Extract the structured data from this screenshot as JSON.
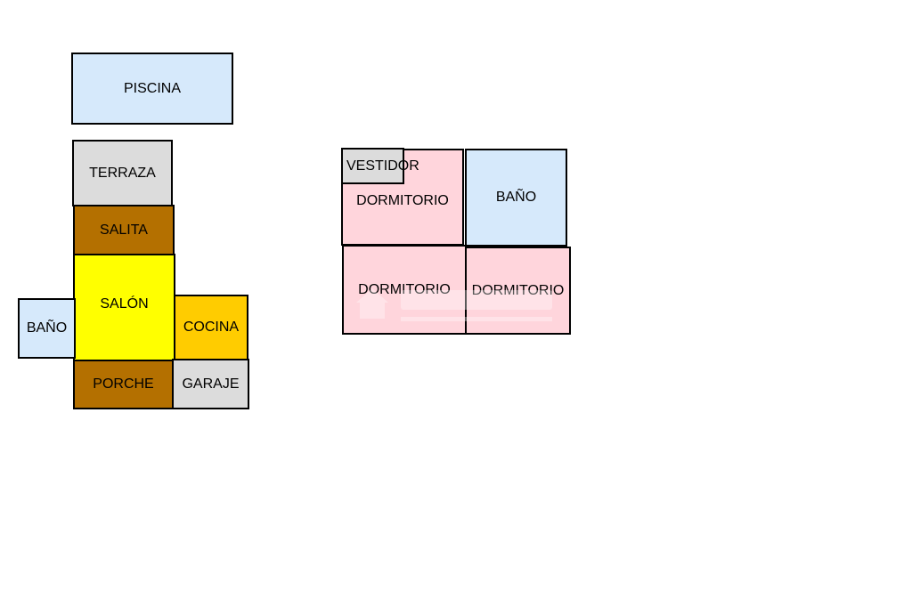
{
  "colors": {
    "light_blue": "#d6e9fb",
    "light_gray": "#dcdcdc",
    "brown": "#b47000",
    "yellow": "#ffff00",
    "orange": "#ffcc00",
    "pink": "#ffd5dc",
    "outline": "#000000"
  },
  "ground_floor": {
    "piscina": "PISCINA",
    "terraza": "TERRAZA",
    "salita": "SALITA",
    "salon": "SALÓN",
    "bano": "BAÑO",
    "cocina": "COCINA",
    "porche": "PORCHE",
    "garaje": "GARAJE"
  },
  "upper_floor": {
    "vestidor": "VESTIDOR",
    "dormitorio_1": "DORMITORIO",
    "bano": "BAÑO",
    "dormitorio_2": "DORMITORIO",
    "dormitorio_3": "DORMITORIO"
  },
  "watermark": {
    "logo_icon": "house-logo-icon"
  }
}
